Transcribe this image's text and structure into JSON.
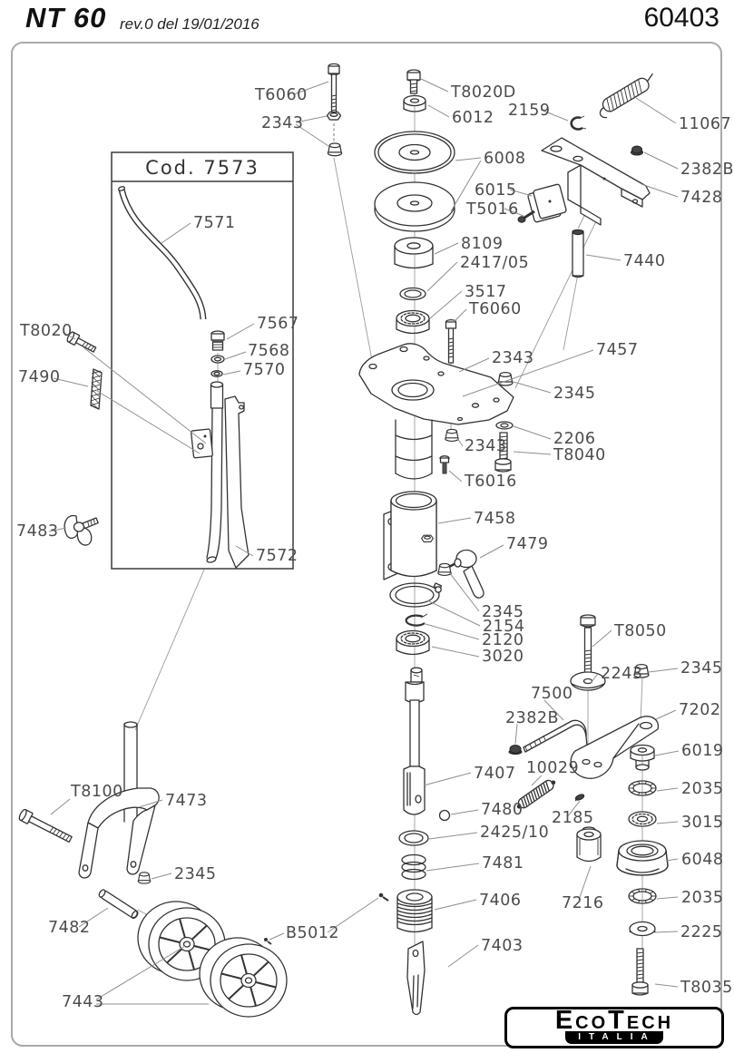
{
  "header": {
    "model": "NT 60",
    "revision": "rev.0 del 19/01/2016",
    "code": "60403"
  },
  "inset_box": {
    "title": "Cod. 7573"
  },
  "logo": {
    "brand": "EcoTech",
    "country": "ITALIA"
  },
  "diagram": {
    "callouts": [
      "T6060",
      "2343",
      "T8020D",
      "6012",
      "2159",
      "11067",
      "6008",
      "2382B",
      "6015",
      "7428",
      "T5016",
      "8109",
      "2417/05",
      "7440",
      "3517",
      "T6060",
      "7457",
      "2343",
      "2345",
      "2206",
      "T8040",
      "2343",
      "T6016",
      "7571",
      "T8020",
      "7567",
      "7568",
      "7570",
      "7490",
      "7483",
      "7572",
      "7458",
      "7479",
      "2345",
      "2154",
      "2120",
      "3020",
      "T8050",
      "2243",
      "2345",
      "7500",
      "2382B",
      "7202",
      "6019",
      "10029",
      "2035",
      "2185",
      "3015",
      "6048",
      "2035",
      "7216",
      "2225",
      "T8035",
      "7407",
      "7480",
      "2425/10",
      "7481",
      "7406",
      "B5012",
      "7403",
      "T8100",
      "7473",
      "2345",
      "7482",
      "7443"
    ]
  }
}
